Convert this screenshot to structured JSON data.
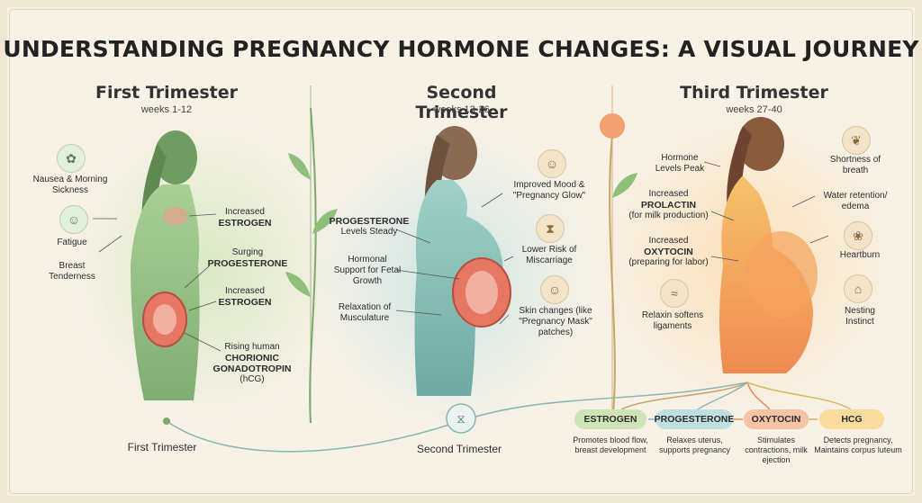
{
  "title": "UNDERSTANDING PREGNANCY HORMONE CHANGES: A VISUAL JOURNEY",
  "colors": {
    "first": "#9cc48a",
    "second": "#8cc3c0",
    "third": "#f2b65c",
    "accent": "#e88a5a"
  },
  "first": {
    "title": "First Trimester",
    "weeks": "weeks 1-12",
    "symptoms": [
      "Nausea & Morning Sickness",
      "Fatigue",
      "Breast Tenderness"
    ],
    "hormones": [
      {
        "pre": "Increased",
        "name": "ESTROGEN",
        "post": ""
      },
      {
        "pre": "Surging",
        "name": "PROGESTERONE",
        "post": ""
      },
      {
        "pre": "Increased",
        "name": "ESTROGEN",
        "post": ""
      },
      {
        "pre": "Rising human",
        "name": "CHORIONIC GONADOTROPIN",
        "post": "(hCG)"
      }
    ],
    "bottom": "First Trimester"
  },
  "second": {
    "title": "Second Trimester",
    "weeks": "weeks 13-26",
    "left": [
      {
        "pre": "",
        "name": "PROGESTERONE",
        "post": "Levels Steady"
      },
      {
        "pre": "",
        "name": "",
        "post": "Hormonal Support for Fetal Growth"
      },
      {
        "pre": "",
        "name": "",
        "post": "Relaxation of Musculature"
      }
    ],
    "right": [
      "Improved Mood & \"Pregnancy Glow\"",
      "Lower Risk of Miscarriage",
      "Skin changes (like \"Pregnancy Mask\" patches)"
    ],
    "bottom": "Second Trimester"
  },
  "third": {
    "title": "Third Trimester",
    "weeks": "weeks 27-40",
    "left": [
      {
        "pre": "Hormone",
        "name": "",
        "post": "Levels Peak"
      },
      {
        "pre": "Increased",
        "name": "PROLACTIN",
        "post": "(for milk production)"
      },
      {
        "pre": "Increased",
        "name": "OXYTOCIN",
        "post": "(preparing for labor)"
      },
      {
        "pre": "",
        "name": "",
        "post": "Relaxin softens ligaments"
      }
    ],
    "right": [
      "Shortness of breath",
      "Water retention/ edema",
      "Heartburn",
      "Nesting Instinct"
    ]
  },
  "legend": [
    {
      "name": "ESTROGEN",
      "desc": "Promotes blood flow, breast development",
      "color": "#cfe3b8"
    },
    {
      "name": "PROGESTERONE",
      "desc": "Relaxes uterus, supports pregnancy",
      "color": "#bfe0e0"
    },
    {
      "name": "OXYTOCIN",
      "desc": "Stimulates contractions, milk ejection",
      "color": "#f6c3a4"
    },
    {
      "name": "HCG",
      "desc": "Detects pregnancy, Maintains corpus luteum",
      "color": "#f8dc9e"
    }
  ]
}
